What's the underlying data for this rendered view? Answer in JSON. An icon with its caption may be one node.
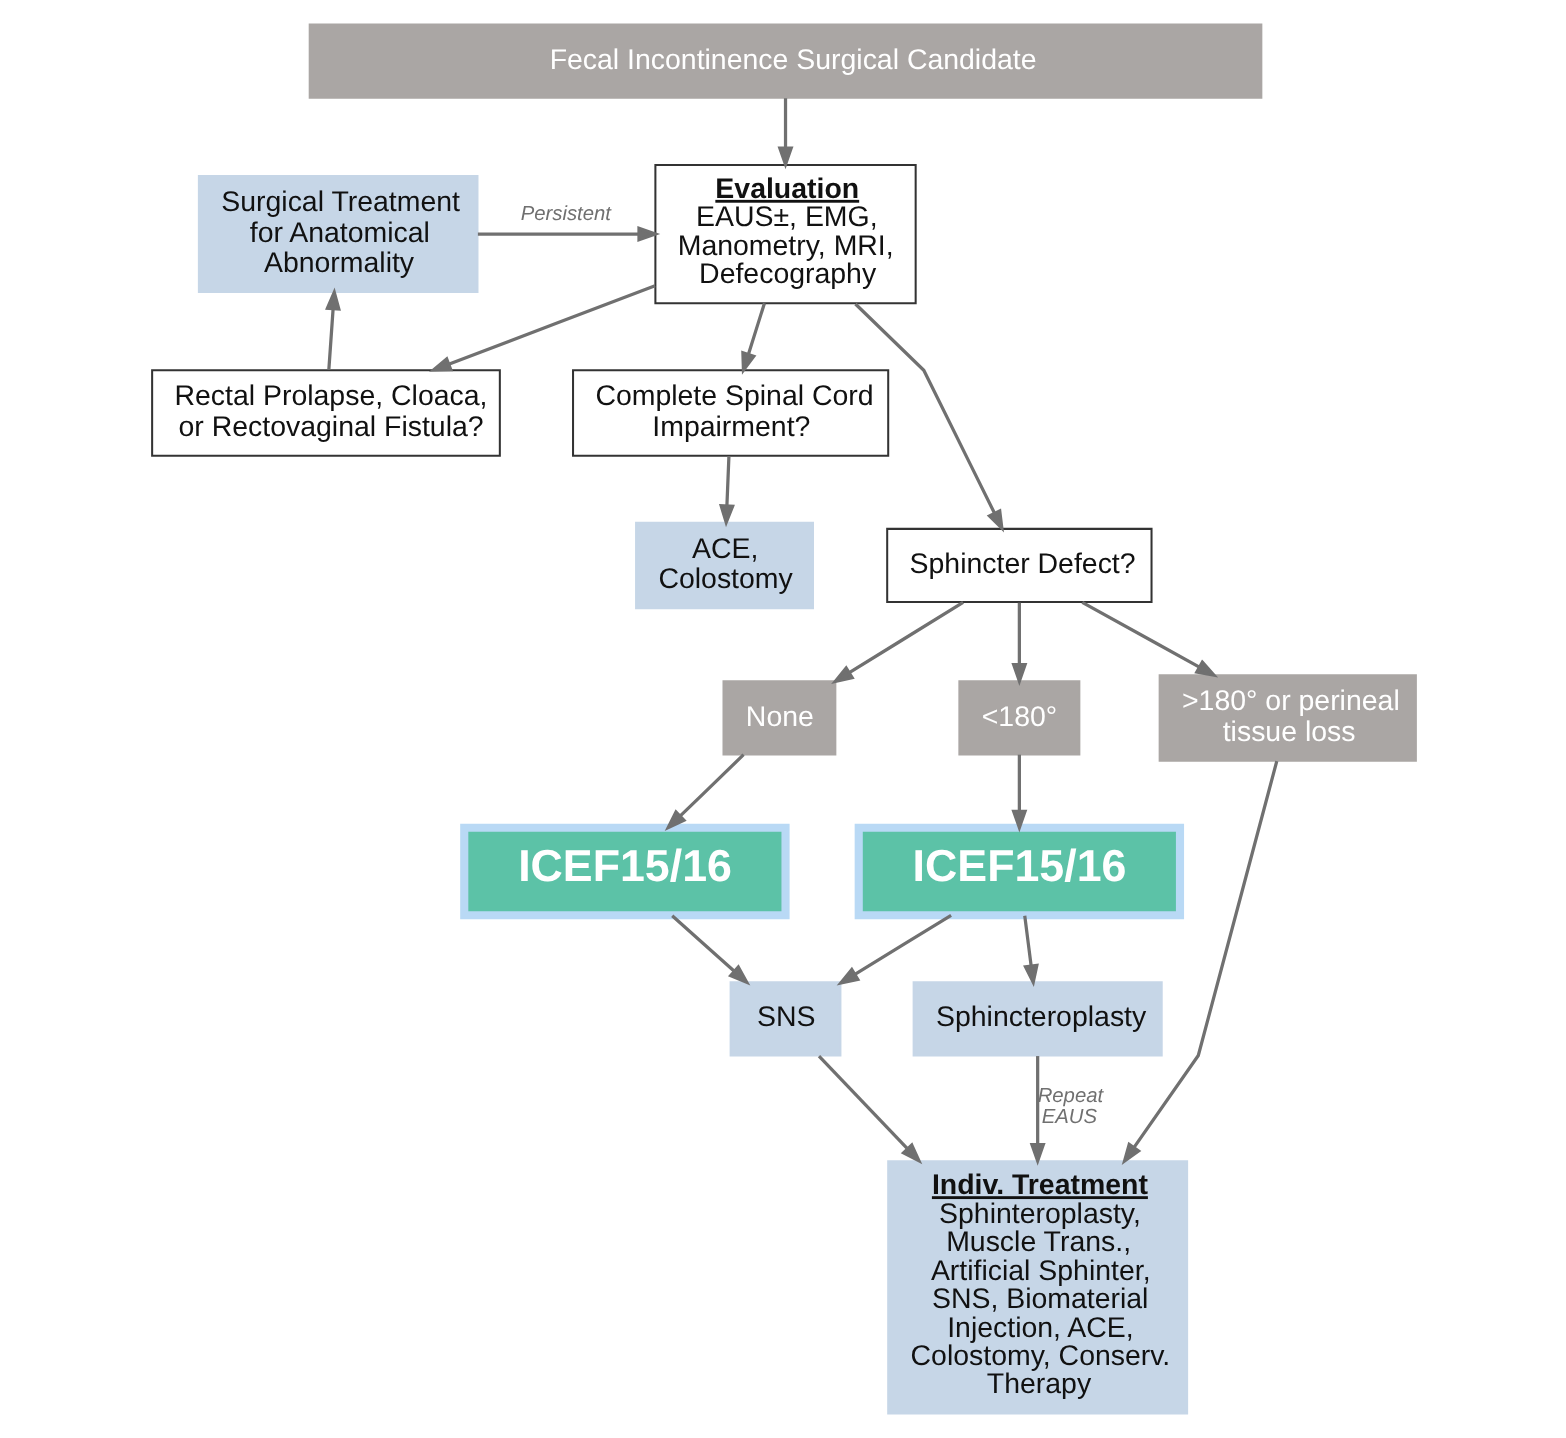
{
  "diagram": {
    "nodes": [
      {
        "text": [
          "Fecal Incontinence Surgical Candidate"
        ]
      },
      {
        "text": [
          "Evaluation",
          "EAUS±, EMG, Manometry, MRI, Defecography"
        ]
      },
      {
        "text": [
          "Surgical Treatment for Anatomical Abnormality"
        ]
      },
      {
        "text": [
          "Complete Spinal Cord Impairment?"
        ]
      },
      {
        "text": [
          "Rectal Prolapse, Cloaca, or Rectovaginal Fistula?"
        ]
      },
      {
        "text": [
          "ACE, Colostomy"
        ]
      },
      {
        "text": [
          "Sphincter Defect?"
        ]
      },
      {
        "text": [
          "None"
        ]
      },
      {
        "text": [
          "<180°"
        ]
      },
      {
        "text": [
          ">180° or perineal tissue loss"
        ]
      },
      {
        "text": [
          "ICEF15/16"
        ]
      },
      {
        "text": [
          "ICEF15/16"
        ]
      },
      {
        "text": [
          "Indiv. Treatment",
          "Sphinteroplasty, Muscle Trans., Artificial Sphinter, SNS, Biomaterial Injection, ACE, Colostomy, Conserv. Therapy"
        ]
      },
      {
        "text": [
          "Sphincteroplasty"
        ]
      },
      {
        "text": [
          "SNS"
        ]
      }
    ],
    "edges": [
      {
        "from": 0,
        "to": 1,
        "arrow": "to"
      },
      {
        "from": 2,
        "to": 1,
        "arrow": "to",
        "label": "Persistent"
      },
      {
        "from": 1,
        "to": 3,
        "arrow": "to"
      },
      {
        "from": 1,
        "to": 4,
        "arrow": "to"
      },
      {
        "from": 1,
        "to": 6,
        "arrow": "to"
      },
      {
        "from": 4,
        "to": 2,
        "arrow": "to"
      },
      {
        "from": 3,
        "to": 5,
        "arrow": "to"
      },
      {
        "from": 6,
        "to": 7,
        "arrow": "to"
      },
      {
        "from": 6,
        "to": 8,
        "arrow": "to"
      },
      {
        "from": 6,
        "to": 9,
        "arrow": "to"
      },
      {
        "from": 7,
        "to": 10,
        "arrow": "to"
      },
      {
        "from": 8,
        "to": 11,
        "arrow": "to"
      },
      {
        "from": 9,
        "to": 12,
        "arrow": "to"
      },
      {
        "from": 10,
        "to": 14,
        "arrow": "to"
      },
      {
        "from": 11,
        "to": 14,
        "arrow": "to"
      },
      {
        "from": 11,
        "to": 13,
        "arrow": "to"
      },
      {
        "from": 13,
        "to": 12,
        "arrow": "to",
        "label": "Repeat EAUS"
      },
      {
        "from": 14,
        "to": 12,
        "arrow": "to"
      }
    ]
  }
}
